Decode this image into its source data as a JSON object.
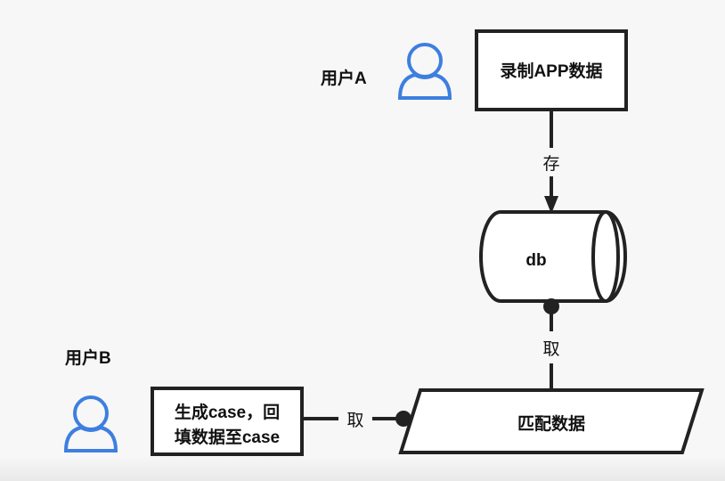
{
  "diagram": {
    "user_a": {
      "label": "用户A",
      "icon": "user-icon"
    },
    "user_b": {
      "label": "用户B",
      "icon": "user-icon"
    },
    "record_box": {
      "label": "录制APP数据"
    },
    "db": {
      "label": "db"
    },
    "match_box": {
      "label": "匹配数据"
    },
    "generate_box": {
      "line1": "生成case，回",
      "line2": "填数据至case"
    },
    "edges": {
      "store": "存",
      "take_db": "取",
      "take_match": "取"
    },
    "colors": {
      "icon": "#3d7fe0",
      "stroke": "#222222",
      "fill": "#ffffff"
    }
  }
}
